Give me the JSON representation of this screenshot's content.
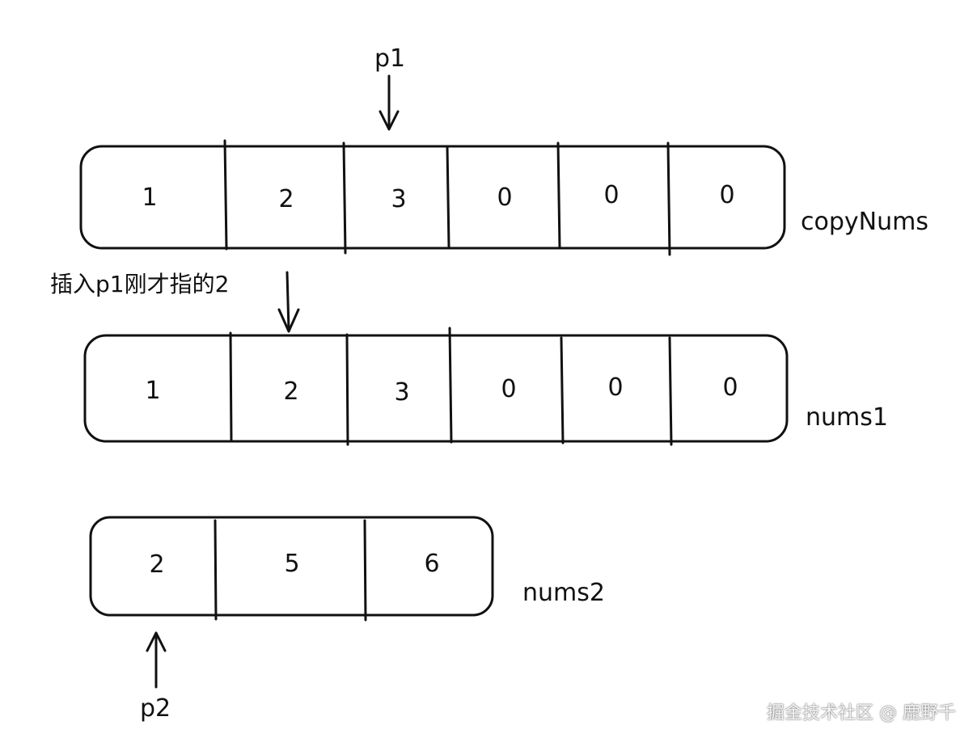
{
  "arrays": {
    "copyNums": {
      "label": "copyNums",
      "values": [
        "1",
        "2",
        "3",
        "0",
        "0",
        "0"
      ]
    },
    "nums1": {
      "label": "nums1",
      "values": [
        "1",
        "2",
        "3",
        "0",
        "0",
        "0"
      ]
    },
    "nums2": {
      "label": "nums2",
      "values": [
        "2",
        "5",
        "6"
      ]
    }
  },
  "pointers": {
    "p1": "p1",
    "p2": "p2"
  },
  "annotation": "插入p1刚才指的2",
  "watermark": "掘金技术社区 @ 鹿野千",
  "colors": {
    "ink": "#111111",
    "background": "#ffffff"
  }
}
